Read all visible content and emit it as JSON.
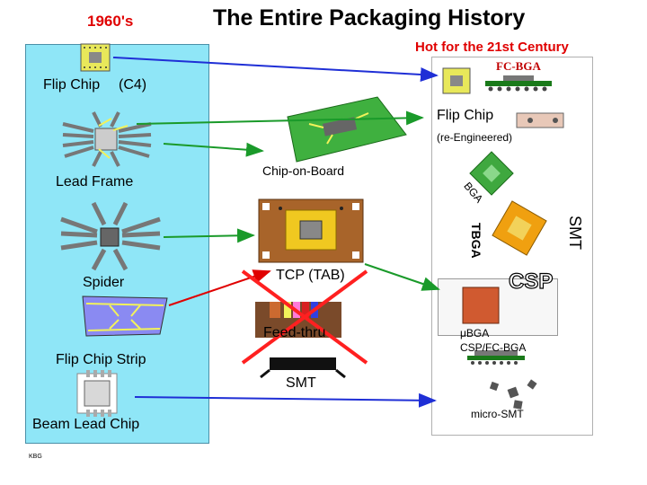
{
  "title": "The Entire Packaging History",
  "era_label": "1960's",
  "hot_label": "Hot for the 21st Century",
  "left_column": {
    "flip_chip": "Flip Chip",
    "flip_chip_c4": "(C4)",
    "lead_frame": "Lead Frame",
    "spider": "Spider",
    "flip_chip_strip": "Flip Chip Strip",
    "beam_lead_chip": "Beam Lead Chip"
  },
  "middle_column": {
    "chip_on_board": "Chip-on-Board",
    "tcp": "TCP (TAB)",
    "feed_thru": "Feed-thru",
    "smt": "SMT"
  },
  "right_column": {
    "fc_bga": "FC-BGA",
    "flip_chip": "Flip Chip",
    "re_engineered": "(re-Engineered)",
    "bga": "BGA",
    "tbga": "TBGA",
    "smt_side": "SMT",
    "csp": "CSP",
    "micro_bga": "μBGA",
    "csp_fc_bga": "CSP/FC-BGA",
    "micro_smt": "micro-SMT"
  },
  "logo_text": "KBG",
  "colors": {
    "left_panel": "#8fe6f7",
    "arrow_blue": "#1f2fd6",
    "arrow_green": "#1a9a2a",
    "arrow_red": "#e00000",
    "cross_red": "#ff2020",
    "title_red": "#e00000"
  }
}
